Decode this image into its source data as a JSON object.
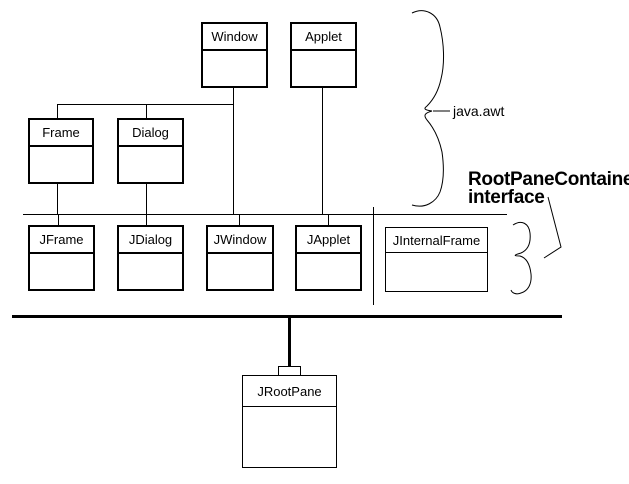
{
  "diagram": {
    "title_hint": "AWT / Swing top-level container class hierarchy",
    "colors": {
      "ink": "#000000",
      "background": "#ffffff"
    },
    "classes": [
      {
        "id": "window",
        "label": "Window"
      },
      {
        "id": "applet",
        "label": "Applet"
      },
      {
        "id": "frame",
        "label": "Frame"
      },
      {
        "id": "dialog",
        "label": "Dialog"
      },
      {
        "id": "jframe",
        "label": "JFrame"
      },
      {
        "id": "jdialog",
        "label": "JDialog"
      },
      {
        "id": "jwindow",
        "label": "JWindow"
      },
      {
        "id": "japplet",
        "label": "JApplet"
      },
      {
        "id": "jinternalframe",
        "label": "JInternalFrame"
      },
      {
        "id": "jrootpane",
        "label": "JRootPane"
      }
    ],
    "annotations": {
      "awt_package": "java.awt",
      "rootpane_line1": "RootPaneContainer",
      "rootpane_line2": "interface"
    }
  }
}
